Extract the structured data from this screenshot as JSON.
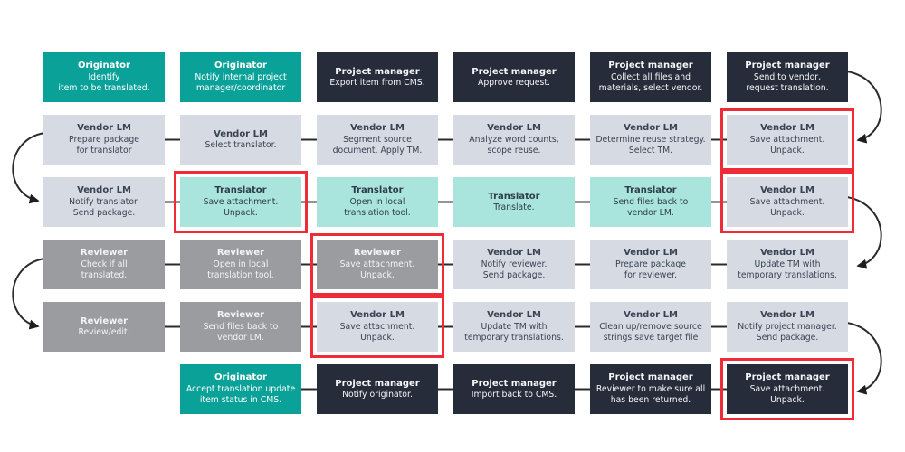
{
  "palette": {
    "originator_bg": "#0aa198",
    "project_manager_bg": "#262c3a",
    "vendor_lm_bg": "#d5dae3",
    "translator_bg": "#a9e5dc",
    "reviewer_bg": "#9b9ca0",
    "highlight_border": "#ee2b37",
    "connector": "#2b2b2b",
    "background": "#ffffff"
  },
  "icons": {
    "arrowhead": "filled-triangle-arrowhead"
  },
  "boxes": [
    {
      "role": "Originator",
      "body": "Identify\nitem to be translated.",
      "type": "originator",
      "highlighted": false
    },
    {
      "role": "Originator",
      "body": "Notify internal project\nmanager/coordinator",
      "type": "originator",
      "highlighted": false
    },
    {
      "role": "Project manager",
      "body": "Export item from CMS.",
      "type": "project-manager",
      "highlighted": false
    },
    {
      "role": "Project manager",
      "body": "Approve request.",
      "type": "project-manager",
      "highlighted": false
    },
    {
      "role": "Project manager",
      "body": "Collect all files and\nmaterials, select vendor.",
      "type": "project-manager",
      "highlighted": false
    },
    {
      "role": "Project manager",
      "body": "Send to vendor,\nrequest translation.",
      "type": "project-manager",
      "highlighted": false
    },
    {
      "role": "Vendor LM",
      "body": "Prepare package\nfor translator",
      "type": "vendor-lm",
      "highlighted": false
    },
    {
      "role": "Vendor LM",
      "body": "Select translator.",
      "type": "vendor-lm",
      "highlighted": false
    },
    {
      "role": "Vendor LM",
      "body": "Segment source\ndocument. Apply TM.",
      "type": "vendor-lm",
      "highlighted": false
    },
    {
      "role": "Vendor LM",
      "body": "Analyze word counts,\nscope reuse.",
      "type": "vendor-lm",
      "highlighted": false
    },
    {
      "role": "Vendor LM",
      "body": "Determine reuse strategy.\nSelect TM.",
      "type": "vendor-lm",
      "highlighted": false
    },
    {
      "role": "Vendor LM",
      "body": "Save attachment.\nUnpack.",
      "type": "vendor-lm",
      "highlighted": true
    },
    {
      "role": "Vendor LM",
      "body": "Notify translator.\nSend package.",
      "type": "vendor-lm",
      "highlighted": false
    },
    {
      "role": "Translator",
      "body": "Save attachment.\nUnpack.",
      "type": "translator",
      "highlighted": true
    },
    {
      "role": "Translator",
      "body": "Open in local\ntranslation tool.",
      "type": "translator",
      "highlighted": false
    },
    {
      "role": "Translator",
      "body": "Translate.",
      "type": "translator",
      "highlighted": false
    },
    {
      "role": "Translator",
      "body": "Send files back to\nvendor LM.",
      "type": "translator",
      "highlighted": false
    },
    {
      "role": "Vendor LM",
      "body": "Save attachment.\nUnpack.",
      "type": "vendor-lm",
      "highlighted": true
    },
    {
      "role": "Reviewer",
      "body": "Check if all\ntranslated.",
      "type": "reviewer",
      "highlighted": false
    },
    {
      "role": "Reviewer",
      "body": "Open in local\ntranslation tool.",
      "type": "reviewer",
      "highlighted": false
    },
    {
      "role": "Reviewer",
      "body": "Save attachment.\nUnpack.",
      "type": "reviewer",
      "highlighted": true
    },
    {
      "role": "Vendor LM",
      "body": "Notify reviewer.\nSend package.",
      "type": "vendor-lm",
      "highlighted": false
    },
    {
      "role": "Vendor LM",
      "body": "Prepare package\nfor reviewer.",
      "type": "vendor-lm",
      "highlighted": false
    },
    {
      "role": "Vendor LM",
      "body": "Update TM with\ntemporary translations.",
      "type": "vendor-lm",
      "highlighted": false
    },
    {
      "role": "Reviewer",
      "body": "Review/edit.",
      "type": "reviewer",
      "highlighted": false
    },
    {
      "role": "Reviewer",
      "body": "Send files back to\nvendor LM.",
      "type": "reviewer",
      "highlighted": false
    },
    {
      "role": "Vendor LM",
      "body": "Save attachment.\nUnpack.",
      "type": "vendor-lm",
      "highlighted": true
    },
    {
      "role": "Vendor LM",
      "body": "Update TM with\ntemporary translations.",
      "type": "vendor-lm",
      "highlighted": false
    },
    {
      "role": "Vendor LM",
      "body": "Clean up/remove source\nstrings save target file",
      "type": "vendor-lm",
      "highlighted": false
    },
    {
      "role": "Vendor LM",
      "body": "Notify project manager.\nSend package.",
      "type": "vendor-lm",
      "highlighted": false
    },
    {
      "role": "Originator",
      "body": "Accept translation update\nitem status in CMS.",
      "type": "originator",
      "highlighted": false
    },
    {
      "role": "Project manager",
      "body": "Notify originator.",
      "type": "project-manager",
      "highlighted": false
    },
    {
      "role": "Project manager",
      "body": "Import back to CMS.",
      "type": "project-manager",
      "highlighted": false
    },
    {
      "role": "Project manager",
      "body": "Reviewer to make sure all\nhas been returned.",
      "type": "project-manager",
      "highlighted": false
    },
    {
      "role": "Project manager",
      "body": "Save attachment.\nUnpack.",
      "type": "project-manager",
      "highlighted": true
    }
  ]
}
